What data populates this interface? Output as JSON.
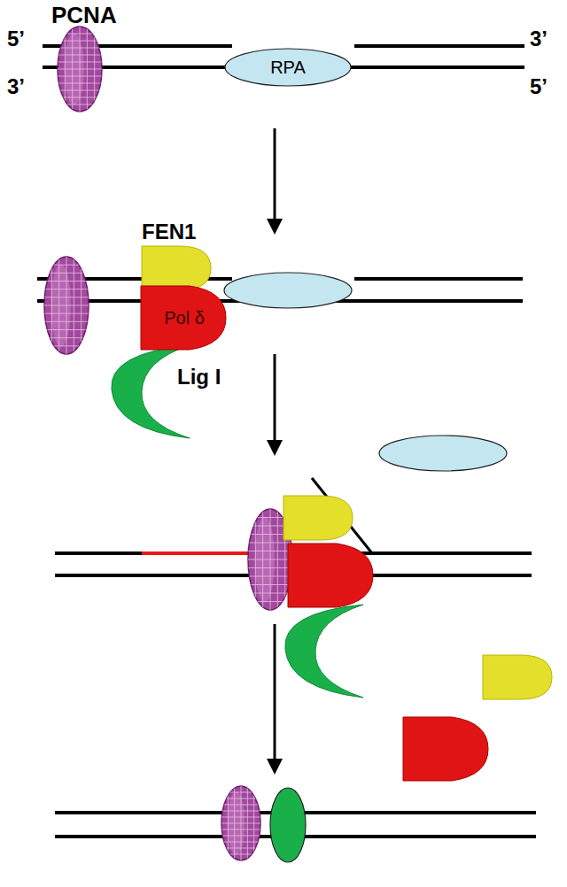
{
  "diagram": {
    "nodes": [
      {
        "text": [
          "PCNA"
        ]
      },
      {
        "text": [
          "RPA"
        ]
      },
      {
        "text": [
          "FEN1"
        ]
      },
      {
        "text": [
          "Pol δ"
        ]
      },
      {
        "text": [
          "Lig I"
        ]
      }
    ],
    "labels": [
      "5’",
      "3’",
      "3’",
      "5’"
    ]
  }
}
